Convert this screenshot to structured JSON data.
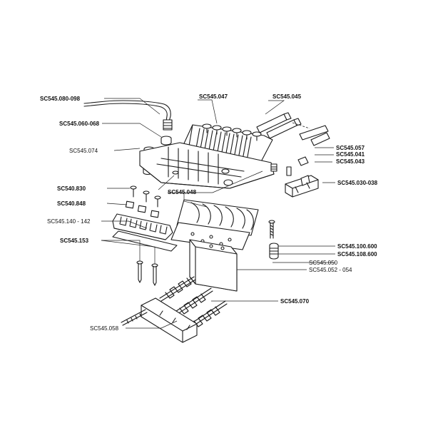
{
  "labels": {
    "arm": "SC545.080-098",
    "arm_collar": "SC545.060-068",
    "pivot": "SC545.074",
    "fine_tuners": "SC545.047",
    "studs": "SC545.045",
    "nut_screw": "SC545.057",
    "nut_block": "SC545.041",
    "nut_pad": "SC545.043",
    "locking_nut": "SC545.030-038",
    "screws": "SC540.830",
    "saddle_lock": "SC540.848",
    "saddles": "SC545.140 - 142",
    "shim": "SC545.153",
    "plate": "SC545.048",
    "stud_screw": "SC545.100.600",
    "stud_bushing": "SC545.108.600",
    "block_pad": "SC545.050",
    "sustain_block": "SC545.052 - 054",
    "springs": "SC545.070",
    "claw": "SC545.058"
  }
}
